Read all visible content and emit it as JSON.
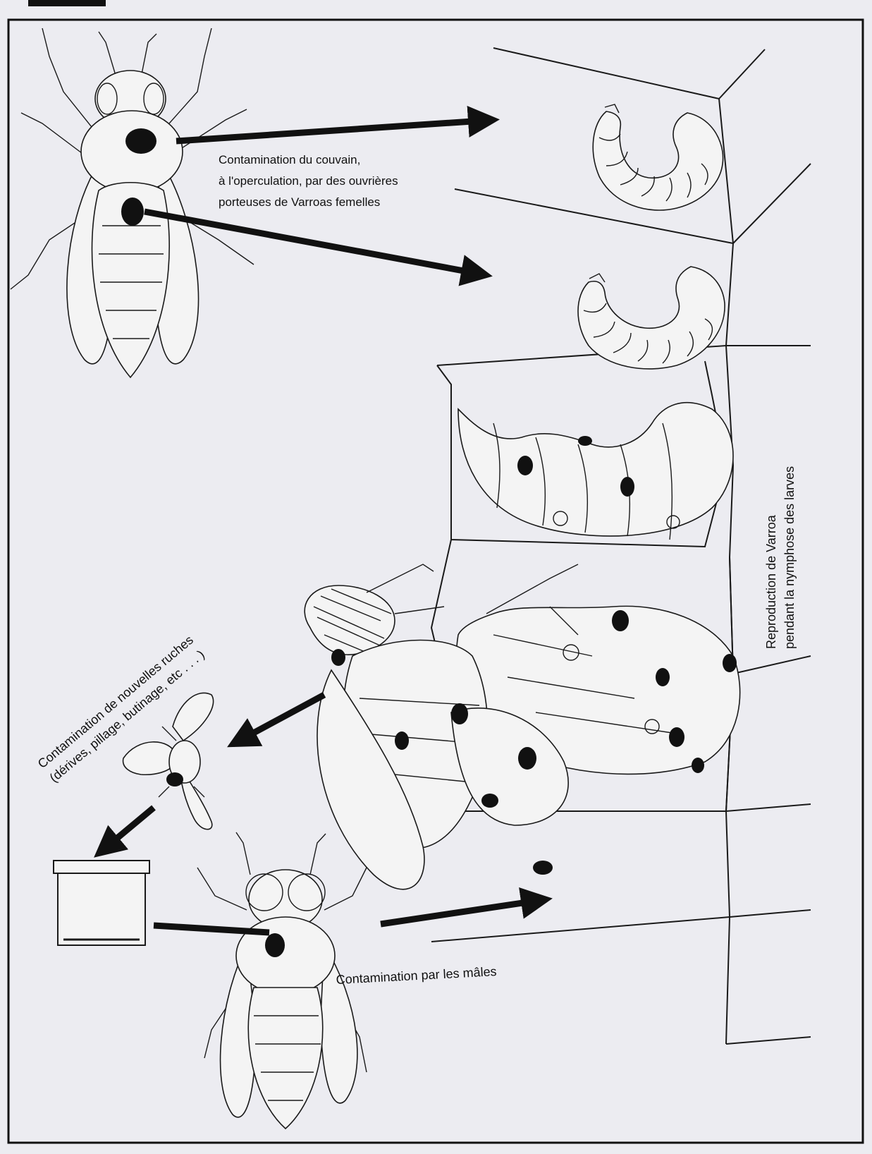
{
  "labels": {
    "capping_line1": "Contamination du couvain,",
    "capping_line2": "à l'operculation, par des ouvrières",
    "capping_line3": "porteuses de Varroas femelles",
    "reproduction_line1": "Reproduction de Varroa",
    "reproduction_line2": "pendant la nymphose des larves",
    "hives_line1": "Contamination de nouvelles ruches",
    "hives_line2": "(dérives, pillage, butinage, etc . . . )",
    "males": "Contamination par les mâles"
  },
  "colors": {
    "paper": "#ececf1",
    "ink": "#1a1a1a"
  }
}
